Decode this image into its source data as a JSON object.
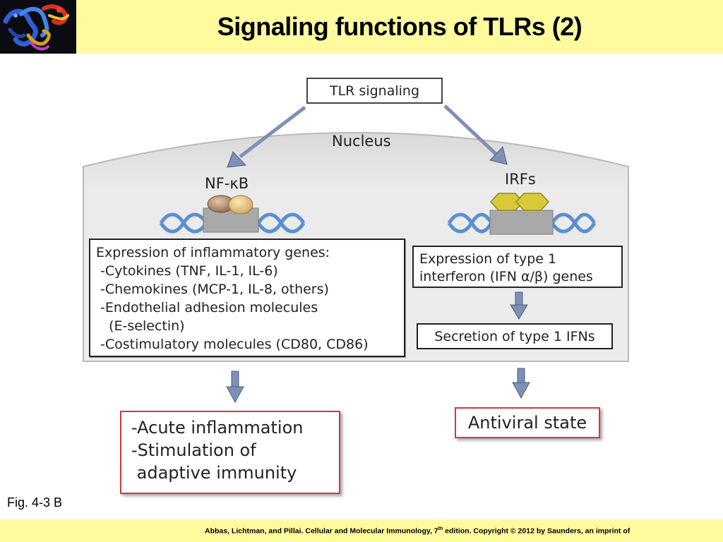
{
  "header": {
    "title": "Signaling functions of TLRs (2)"
  },
  "diagram": {
    "tlr_signaling": "TLR signaling",
    "nucleus": "Nucleus",
    "nfkb": "NF-κB",
    "irfs": "IRFs",
    "inflammatory_box": {
      "lines": [
        "Expression of inflammatory genes:",
        " -Cytokines (TNF, IL-1, IL-6)",
        " -Chemokines (MCP-1, IL-8, others)",
        " -Endothelial adhesion molecules",
        "   (E-selectin)",
        " -Costimulatory molecules (CD80, CD86)"
      ]
    },
    "interferon_box": {
      "lines": [
        "Expression of type 1",
        "interferon (IFN α/β) genes"
      ]
    },
    "secretion_box": "Secretion of type 1 IFNs",
    "outcome_left": {
      "lines": [
        "-Acute inflammation",
        "-Stimulation of",
        " adaptive immunity"
      ]
    },
    "outcome_right": "Antiviral state"
  },
  "fig_label": "Fig. 4-3 B",
  "footer": {
    "credit_main": "Abbas, Lichtman, and Pillai. Cellular and Molecular Immunology, 7",
    "credit_sup": "th",
    "credit_rest": " edition. Copyright © 2012 by Saunders, an imprint of"
  },
  "colors": {
    "banner": "#fdfb9e",
    "nucleus_fill": "#e9e9e9",
    "arrow": "#7f8fb5",
    "outcome_border": "#cf3a43",
    "dna": "#5b8fd0",
    "irf_hexagon": "#d8c83a",
    "nfkb_left": "#a07a5e",
    "nfkb_right": "#e2c37a"
  }
}
